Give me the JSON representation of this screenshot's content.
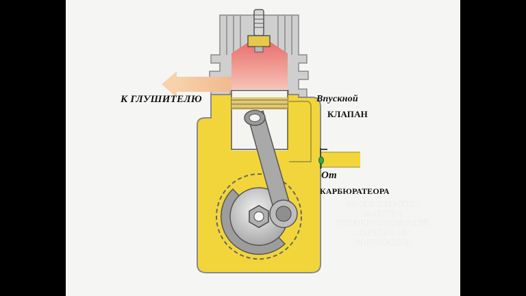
{
  "labels": {
    "to_muffler": "К ГЛУШИТЕЛЮ",
    "intake_valve_line1": "Впускной",
    "intake_valve_line2": "КЛАПАН",
    "from_line1": "От",
    "from_line2": "КАРБЮРАТЕОРА"
  },
  "note": {
    "line1": "МАСЛО ПОДАЕТСЯ",
    "line2": "ВМЕСТЕ С",
    "line3": "ТОПЛИВНО-ВОЗДУШЕЙ",
    "line4": "СМЕСЬЮ ИЗ",
    "line5": "КАРБЮРАТОРА"
  },
  "colors": {
    "background": "#f5f5f3",
    "letterbox": "#000000",
    "fuel_mixture": "#f2d53a",
    "cylinder_metal": "#c8c8c8",
    "combustion": "#ef8a86",
    "exhaust_arrow": "#f4c79e",
    "valve": "#3aa64a"
  }
}
